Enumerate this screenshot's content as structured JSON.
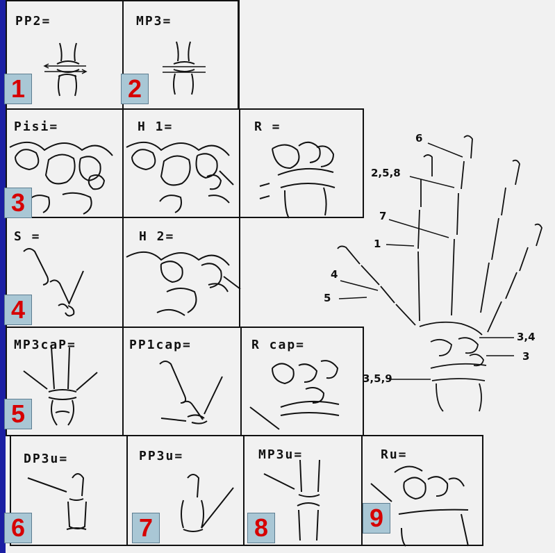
{
  "panels": [
    {
      "label": "PP2="
    },
    {
      "label": "MP3="
    },
    {
      "label": "Pisi="
    },
    {
      "label": "H 1="
    },
    {
      "label": "R ="
    },
    {
      "label": "S ="
    },
    {
      "label": "H 2="
    },
    {
      "label": "MP3caP="
    },
    {
      "label": "PP1cap="
    },
    {
      "label": "R cap="
    },
    {
      "label": "DP3u="
    },
    {
      "label": "PP3u="
    },
    {
      "label": "MP3u="
    },
    {
      "label": "Ru="
    }
  ],
  "numbers": [
    "1",
    "2",
    "3",
    "4",
    "5",
    "6",
    "7",
    "8",
    "9"
  ],
  "hand_labels": {
    "l6": "6",
    "l258": "2,5,8",
    "l7": "7",
    "l1": "1",
    "l4": "4",
    "l5": "5",
    "l34": "3,4",
    "l3": "3",
    "l359": "3,5,9"
  },
  "colors": {
    "background": "#1b1fa3",
    "paper": "#f1f1f1",
    "number_box": "#a9c7d5",
    "number_text": "#d60000"
  }
}
